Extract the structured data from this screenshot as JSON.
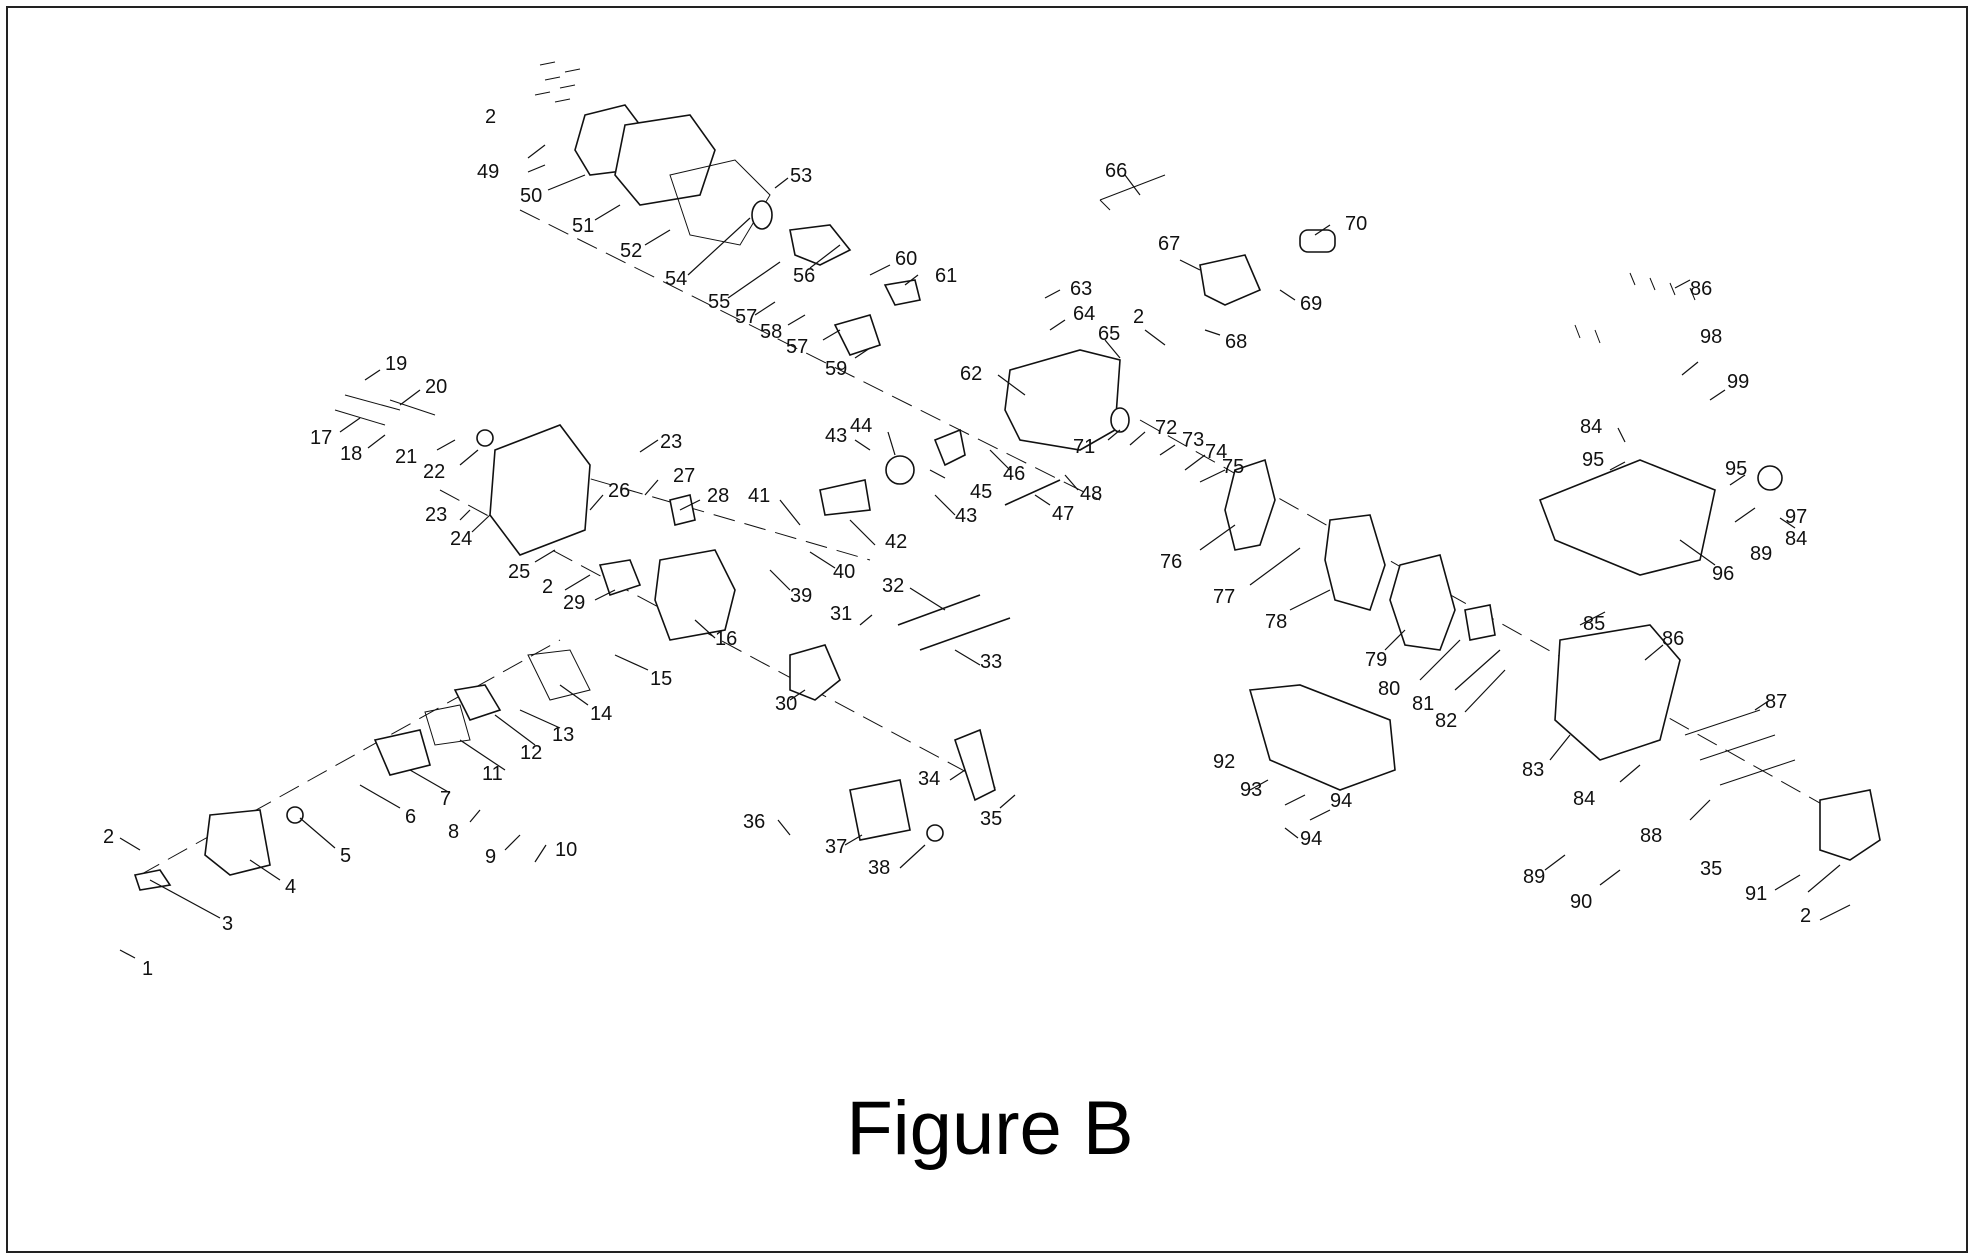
{
  "caption": "Figure B",
  "callouts": [
    {
      "id": "1",
      "text": "1"
    },
    {
      "id": "2a",
      "text": "2"
    },
    {
      "id": "3",
      "text": "3"
    },
    {
      "id": "4",
      "text": "4"
    },
    {
      "id": "5",
      "text": "5"
    },
    {
      "id": "6",
      "text": "6"
    },
    {
      "id": "7",
      "text": "7"
    },
    {
      "id": "8",
      "text": "8"
    },
    {
      "id": "9",
      "text": "9"
    },
    {
      "id": "10",
      "text": "10"
    },
    {
      "id": "11",
      "text": "11"
    },
    {
      "id": "12",
      "text": "12"
    },
    {
      "id": "13",
      "text": "13"
    },
    {
      "id": "14",
      "text": "14"
    },
    {
      "id": "15",
      "text": "15"
    },
    {
      "id": "16",
      "text": "16"
    },
    {
      "id": "17",
      "text": "17"
    },
    {
      "id": "18",
      "text": "18"
    },
    {
      "id": "19",
      "text": "19"
    },
    {
      "id": "20",
      "text": "20"
    },
    {
      "id": "21",
      "text": "21"
    },
    {
      "id": "22",
      "text": "22"
    },
    {
      "id": "23a",
      "text": "23"
    },
    {
      "id": "23b",
      "text": "23"
    },
    {
      "id": "24",
      "text": "24"
    },
    {
      "id": "25",
      "text": "25"
    },
    {
      "id": "26",
      "text": "26"
    },
    {
      "id": "27",
      "text": "27"
    },
    {
      "id": "28",
      "text": "28"
    },
    {
      "id": "2b",
      "text": "2"
    },
    {
      "id": "29",
      "text": "29"
    },
    {
      "id": "30",
      "text": "30"
    },
    {
      "id": "31",
      "text": "31"
    },
    {
      "id": "32",
      "text": "32"
    },
    {
      "id": "33",
      "text": "33"
    },
    {
      "id": "34",
      "text": "34"
    },
    {
      "id": "35a",
      "text": "35"
    },
    {
      "id": "36",
      "text": "36"
    },
    {
      "id": "37",
      "text": "37"
    },
    {
      "id": "38",
      "text": "38"
    },
    {
      "id": "39",
      "text": "39"
    },
    {
      "id": "40",
      "text": "40"
    },
    {
      "id": "41",
      "text": "41"
    },
    {
      "id": "42",
      "text": "42"
    },
    {
      "id": "43a",
      "text": "43"
    },
    {
      "id": "44",
      "text": "44"
    },
    {
      "id": "43b",
      "text": "43"
    },
    {
      "id": "45",
      "text": "45"
    },
    {
      "id": "46",
      "text": "46"
    },
    {
      "id": "47",
      "text": "47"
    },
    {
      "id": "48",
      "text": "48"
    },
    {
      "id": "2c",
      "text": "2"
    },
    {
      "id": "49",
      "text": "49"
    },
    {
      "id": "50",
      "text": "50"
    },
    {
      "id": "51",
      "text": "51"
    },
    {
      "id": "52",
      "text": "52"
    },
    {
      "id": "53",
      "text": "53"
    },
    {
      "id": "54",
      "text": "54"
    },
    {
      "id": "55",
      "text": "55"
    },
    {
      "id": "56",
      "text": "56"
    },
    {
      "id": "57a",
      "text": "57"
    },
    {
      "id": "58",
      "text": "58"
    },
    {
      "id": "57b",
      "text": "57"
    },
    {
      "id": "59",
      "text": "59"
    },
    {
      "id": "60",
      "text": "60"
    },
    {
      "id": "61",
      "text": "61"
    },
    {
      "id": "62",
      "text": "62"
    },
    {
      "id": "63",
      "text": "63"
    },
    {
      "id": "64",
      "text": "64"
    },
    {
      "id": "65",
      "text": "65"
    },
    {
      "id": "2d",
      "text": "2"
    },
    {
      "id": "66",
      "text": "66"
    },
    {
      "id": "67",
      "text": "67"
    },
    {
      "id": "68",
      "text": "68"
    },
    {
      "id": "69",
      "text": "69"
    },
    {
      "id": "70",
      "text": "70"
    },
    {
      "id": "71",
      "text": "71"
    },
    {
      "id": "72",
      "text": "72"
    },
    {
      "id": "73",
      "text": "73"
    },
    {
      "id": "74",
      "text": "74"
    },
    {
      "id": "75",
      "text": "75"
    },
    {
      "id": "76",
      "text": "76"
    },
    {
      "id": "77",
      "text": "77"
    },
    {
      "id": "78",
      "text": "78"
    },
    {
      "id": "79",
      "text": "79"
    },
    {
      "id": "80",
      "text": "80"
    },
    {
      "id": "81",
      "text": "81"
    },
    {
      "id": "82",
      "text": "82"
    },
    {
      "id": "83",
      "text": "83"
    },
    {
      "id": "84a",
      "text": "84"
    },
    {
      "id": "84b",
      "text": "84"
    },
    {
      "id": "84c",
      "text": "84"
    },
    {
      "id": "85",
      "text": "85"
    },
    {
      "id": "86a",
      "text": "86"
    },
    {
      "id": "86b",
      "text": "86"
    },
    {
      "id": "87",
      "text": "87"
    },
    {
      "id": "88",
      "text": "88"
    },
    {
      "id": "89a",
      "text": "89"
    },
    {
      "id": "89b",
      "text": "89"
    },
    {
      "id": "90",
      "text": "90"
    },
    {
      "id": "91",
      "text": "91"
    },
    {
      "id": "2e",
      "text": "2"
    },
    {
      "id": "35b",
      "text": "35"
    },
    {
      "id": "92",
      "text": "92"
    },
    {
      "id": "93",
      "text": "93"
    },
    {
      "id": "94a",
      "text": "94"
    },
    {
      "id": "94b",
      "text": "94"
    },
    {
      "id": "95a",
      "text": "95"
    },
    {
      "id": "95b",
      "text": "95"
    },
    {
      "id": "96",
      "text": "96"
    },
    {
      "id": "97",
      "text": "97"
    },
    {
      "id": "98",
      "text": "98"
    },
    {
      "id": "99",
      "text": "99"
    }
  ]
}
